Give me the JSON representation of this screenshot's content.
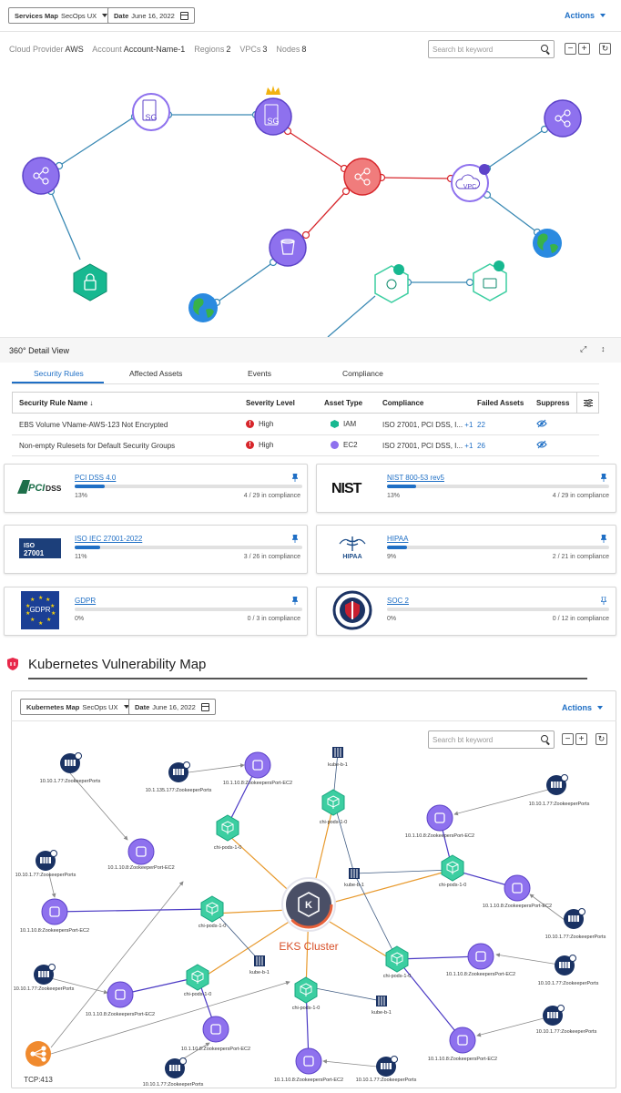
{
  "services_toolbar": {
    "map_label": "Services Map",
    "map_value": "SecOps UX",
    "date_label": "Date",
    "date_value": "June 16, 2022",
    "actions": "Actions"
  },
  "info_bar": {
    "provider_label": "Cloud Provider",
    "provider": "AWS",
    "account_label": "Account",
    "account": "Account-Name-1",
    "regions_label": "Regions",
    "regions": "2",
    "vpcs_label": "VPCs",
    "vpcs": "3",
    "nodes_label": "Nodes",
    "nodes": "8"
  },
  "search": {
    "placeholder": "Search bt keyword"
  },
  "zoom": {
    "minus": "−",
    "plus": "+"
  },
  "service_nodes": {
    "sg": "SG",
    "vpc": "VPC"
  },
  "detail": {
    "title": "360° Detail View",
    "tabs": [
      "Security Rules",
      "Affected Assets",
      "Events",
      "Compliance"
    ],
    "columns": [
      "Security Rule Name",
      "Severity Level",
      "Asset Type",
      "Compliance",
      "Failed Assets",
      "Suppress"
    ],
    "rows": [
      {
        "name": "EBS Volume VName-AWS-123 Not Encrypted",
        "severity": "High",
        "asset": "IAM",
        "compliance": "ISO 27001, PCI DSS, I...",
        "more": "+1",
        "failed": "22"
      },
      {
        "name": "Non-empty Rulesets for Default Security Groups",
        "severity": "High",
        "asset": "EC2",
        "compliance": "ISO 27001, PCI DSS, I...",
        "more": "+1",
        "failed": "26"
      }
    ]
  },
  "compliance_cards": [
    {
      "name": "PCI DSS 4.0",
      "percent": "13%",
      "compliance": "4 / 29 in compliance",
      "fill": 13
    },
    {
      "name": "NIST 800-53 rev5",
      "percent": "13%",
      "compliance": "4 / 29 in compliance",
      "fill": 13
    },
    {
      "name": "ISO IEC 27001-2022",
      "percent": "11%",
      "compliance": "3 / 26 in compliance",
      "fill": 11
    },
    {
      "name": "HIPAA",
      "percent": "9%",
      "compliance": "2 / 21 in compliance",
      "fill": 9
    },
    {
      "name": "GDPR",
      "percent": "0%",
      "compliance": "0 / 3 in compliance",
      "fill": 0
    },
    {
      "name": "SOC 2",
      "percent": "0%",
      "compliance": "0 / 12 in compliance",
      "fill": 0
    }
  ],
  "logos": {
    "pci": "DSS",
    "nist": "NIST",
    "iso": "ISO",
    "iso_num": "27001",
    "hipaa": "HIPAA",
    "gdpr": "GDPR"
  },
  "kube": {
    "title": "Kubernetes Vulnerability Map",
    "map_label": "Kubernetes Map",
    "map_value": "SecOps UX",
    "date_label": "Date",
    "date_value": "June 16, 2022",
    "actions": "Actions",
    "cluster": "EKS Cluster",
    "tcp": "TCP:413",
    "labels": {
      "zk1": "10.10.1.77:ZookeeperPorts",
      "zk2": "10.1.135.177:ZookeeperPorts",
      "ec2a": "10.1.10.8:ZookeepersPort-EC2",
      "kb1": "kube-b-1",
      "pods1": "chi-pods-1-0",
      "zk3": "10.10.1.77:ZookeeperPorts",
      "ec2b": "10.1.10.8:ZookeepersPort-EC2",
      "ec2c": "10.1.10.8:ZookeeperPort-EC2",
      "pods2": "chi-pods-1-0",
      "kb2": "kube-b-1",
      "pods3": "chi-pods-1-0",
      "zk4": "10.10.1.77:ZookeeperPorts",
      "ec2d": "10.1.10.8:ZookeepersPort-EC2",
      "ec2e": "10.1.10.8:ZookeepersPort-EC2",
      "pods4": "chi-pods-1-0",
      "kb3": "kube-b-1",
      "zk5": "10.10.1.77:ZookeeperPorts",
      "pods5": "chi-pods-1-0",
      "ec2f": "10.1.10.8:ZookeepersPort-EC2",
      "zk6": "10.10.1.77:ZookeeperPorts",
      "zk7": "10.10.1.77:ZookeeperPorts",
      "pods6": "chi-pods-1-0",
      "ec2g": "10.1.10.8:ZookeepersPort-EC2",
      "zk8": "10.10.1.77:ZookeeperPorts",
      "ec2h": "10.1.10.8:ZookeepersPort-EC2",
      "kb4": "kube-b-1",
      "ec2i": "10.1.10.8:ZookeepersPort-EC2",
      "zk9": "10.10.1.77:ZookeeperPorts",
      "zk10": "10.10.1.77:ZookeeperPorts",
      "ec2j": "10.1.10.8:ZookeepersPort-EC2",
      "zk11": "10.10.1.77:ZookeeperPorts"
    }
  },
  "colors": {
    "accent": "#1f6fc5",
    "purple": "#8e71ee",
    "red": "#f07c7c",
    "teal": "#3ccea1",
    "edge_blue": "#3a89b4",
    "edge_red": "#d7262b",
    "edge_orange": "#e89a2e",
    "edge_indigo": "#4b3ac4",
    "severity": "#d7262b"
  }
}
